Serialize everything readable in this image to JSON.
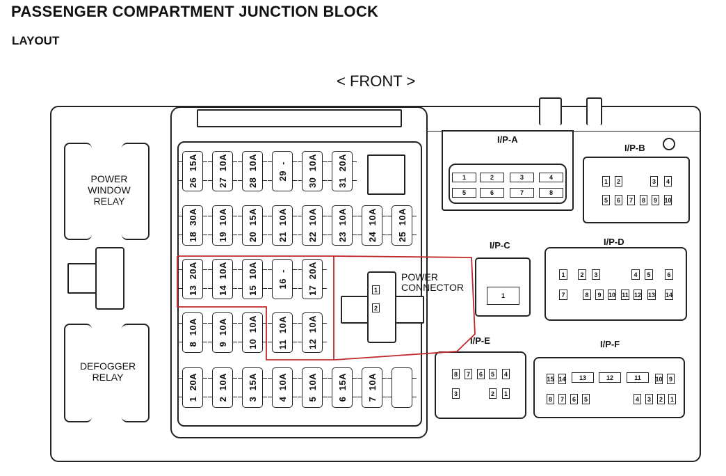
{
  "title": "PASSENGER COMPARTMENT JUNCTION BLOCK",
  "subtitle": "LAYOUT",
  "orientation": "< FRONT >",
  "relays": {
    "power_window": [
      "POWER",
      "WINDOW",
      "RELAY"
    ],
    "defogger": [
      "DEFOGGER",
      "RELAY"
    ]
  },
  "power_connector": {
    "label": [
      "POWER",
      "CONNECTOR"
    ],
    "pins": [
      "1",
      "2"
    ]
  },
  "fuse_rows": [
    [
      {
        "n": "26",
        "a": "15A"
      },
      {
        "n": "27",
        "a": "10A"
      },
      {
        "n": "28",
        "a": "10A"
      },
      {
        "n": "29",
        "a": "-"
      },
      {
        "n": "30",
        "a": "10A"
      },
      {
        "n": "31",
        "a": "20A"
      }
    ],
    [
      {
        "n": "18",
        "a": "30A"
      },
      {
        "n": "19",
        "a": "10A"
      },
      {
        "n": "20",
        "a": "15A"
      },
      {
        "n": "21",
        "a": "10A"
      },
      {
        "n": "22",
        "a": "10A"
      },
      {
        "n": "23",
        "a": "10A"
      },
      {
        "n": "24",
        "a": "10A"
      },
      {
        "n": "25",
        "a": "10A"
      }
    ],
    [
      {
        "n": "13",
        "a": "20A"
      },
      {
        "n": "14",
        "a": "10A"
      },
      {
        "n": "15",
        "a": "10A"
      },
      {
        "n": "16",
        "a": "-"
      },
      {
        "n": "17",
        "a": "20A"
      }
    ],
    [
      {
        "n": "8",
        "a": "10A"
      },
      {
        "n": "9",
        "a": "10A"
      },
      {
        "n": "10",
        "a": "10A"
      },
      {
        "n": "11",
        "a": "10A"
      },
      {
        "n": "12",
        "a": "10A"
      }
    ],
    [
      {
        "n": "1",
        "a": "20A"
      },
      {
        "n": "2",
        "a": "10A"
      },
      {
        "n": "3",
        "a": "15A"
      },
      {
        "n": "4",
        "a": "10A"
      },
      {
        "n": "5",
        "a": "10A"
      },
      {
        "n": "6",
        "a": "15A"
      },
      {
        "n": "7",
        "a": "10A"
      },
      {
        "n": "",
        "a": ""
      }
    ]
  ],
  "connectors": {
    "ipa": {
      "label": "I/P-A",
      "pins": [
        "1",
        "2",
        "3",
        "4",
        "5",
        "6",
        "7",
        "8"
      ]
    },
    "ipb": {
      "label": "I/P-B",
      "pins": [
        "1",
        "2",
        "3",
        "4",
        "5",
        "6",
        "7",
        "8",
        "9",
        "10"
      ]
    },
    "ipc": {
      "label": "I/P-C",
      "pins": [
        "1"
      ]
    },
    "ipd": {
      "label": "I/P-D",
      "pins": [
        "1",
        "2",
        "3",
        "4",
        "5",
        "6",
        "7",
        "8",
        "9",
        "10",
        "11",
        "12",
        "13",
        "14"
      ]
    },
    "ipe": {
      "label": "I/P-E",
      "pins": [
        "8",
        "7",
        "6",
        "5",
        "4",
        "3",
        "2",
        "1"
      ]
    },
    "ipf": {
      "label": "I/P-F",
      "pins": [
        "15",
        "14",
        "13",
        "12",
        "11",
        "10",
        "9",
        "8",
        "7",
        "6",
        "5",
        "4",
        "3",
        "2",
        "1"
      ]
    }
  },
  "highlight_color": "#c0282d"
}
